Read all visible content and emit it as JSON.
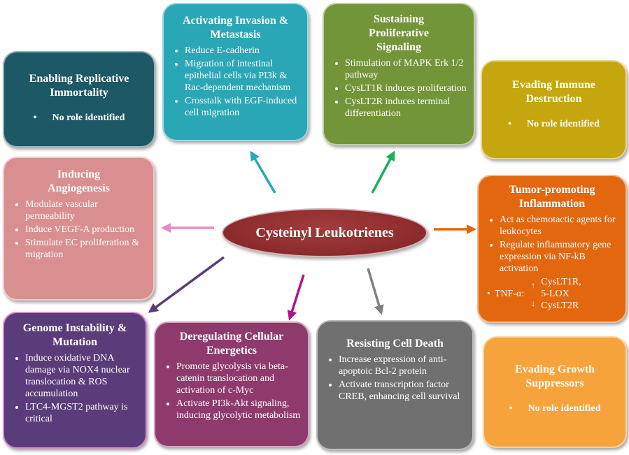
{
  "center": {
    "label": "Cysteinyl Leukotrienes"
  },
  "boxes": {
    "replicative": {
      "title": "Enabling Replicative Immortality",
      "note": "No role identified",
      "color": "#1d5866"
    },
    "invasion": {
      "title": "Activating Invasion & Metastasis",
      "items": [
        "Reduce E-cadherin",
        "Migration of intestinal epithelial cells via PI3k & Rac-dependent mechanism",
        "Crosstalk with EGF-induced cell migration"
      ],
      "color": "#2aa7b7"
    },
    "proliferative": {
      "title": "Sustaining Proliferative Signaling",
      "items": [
        "Stimulation of MAPK Erk 1/2 pathway",
        "CysLT1R induces proliferation",
        "CysLT2R  induces terminal differentiation"
      ],
      "color": "#73953a"
    },
    "immune": {
      "title": "Evading Immune Destruction",
      "note": "No role identified",
      "color": "#c5a60e"
    },
    "angiogenesis": {
      "title": "Inducing Angiogenesis",
      "items": [
        "Modulate vascular permeability",
        "Induce VEGF-A production",
        "Stimulate EC proliferation & migration"
      ],
      "color": "#d98f8f"
    },
    "inflammation": {
      "title": "Tumor-promoting Inflammation",
      "items": [
        "Act as chemotactic agents for leukocytes",
        "Regulate inflammatory gene expression via NF-kB activation"
      ],
      "tnf": {
        "label": "TNF-α:",
        "up": "CysLT1R,",
        "up2": "5-LOX",
        "down": "CysLT2R"
      },
      "color": "#e2670f"
    },
    "genome": {
      "title": "Genome Instability & Mutation",
      "items": [
        "Induce oxidative DNA damage via NOX4 nuclear translocation & ROS accumulation",
        "LTC4-MGST2 pathway is critical"
      ],
      "color": "#5a3c7a"
    },
    "energetics": {
      "title": "Deregulating Cellular Energetics",
      "items": [
        "Promote glycolysis via beta-catenin translocation and activation of c-Myc",
        "Activate PI3k-Akt signaling, inducing glycolytic metabolism"
      ],
      "color": "#8f3a6c"
    },
    "death": {
      "title": "Resisting Cell Death",
      "items": [
        "Increase expression of anti-apoptoic Bcl-2 protein",
        "Activate transcription factor CREB, enhancing cell survival"
      ],
      "color": "#707070"
    },
    "growth": {
      "title": "Evading Growth Suppressors",
      "note": "No role identified",
      "color": "#f5a33a"
    }
  },
  "arrow_colors": {
    "invasion": "#2aa7b7",
    "proliferative": "#1fae5a",
    "angiogenesis": "#e889c0",
    "inflammation": "#e2670f",
    "genome": "#5a3c7a",
    "energetics": "#b0148c",
    "death": "#808080"
  }
}
